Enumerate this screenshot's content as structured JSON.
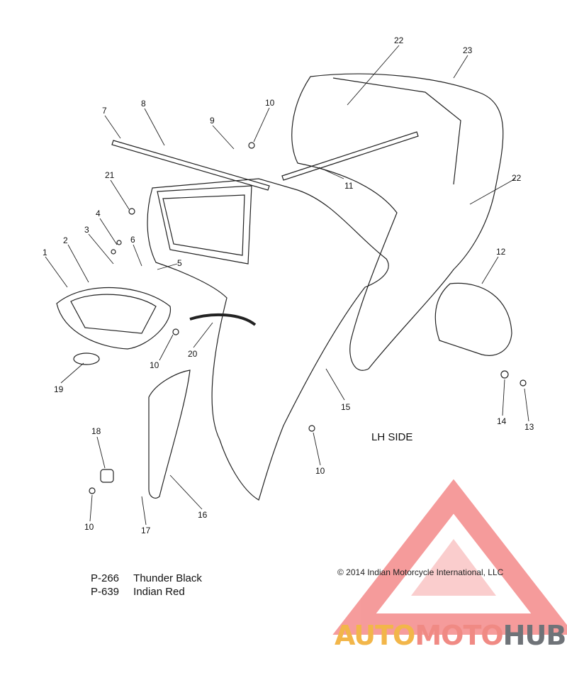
{
  "diagram": {
    "side_label": "LH SIDE",
    "callouts": [
      "1",
      "2",
      "3",
      "4",
      "5",
      "6",
      "7",
      "8",
      "9",
      "10",
      "10",
      "10",
      "10",
      "11",
      "12",
      "13",
      "14",
      "15",
      "16",
      "17",
      "18",
      "19",
      "20",
      "21",
      "22",
      "22",
      "23"
    ],
    "legend": [
      {
        "code": "P-266",
        "name": "Thunder Black"
      },
      {
        "code": "P-639",
        "name": "Indian Red"
      }
    ],
    "copyright": "© 2014 Indian Motorcycle International, LLC"
  },
  "watermark": {
    "brand_part1": "AUTO",
    "brand_part2": "MOTO",
    "brand_part3": "HUB",
    "colors": {
      "part1": "#f2b64a",
      "part2": "#f08a84",
      "part3": "#6f7378",
      "logo": "#ee4a4a"
    }
  }
}
